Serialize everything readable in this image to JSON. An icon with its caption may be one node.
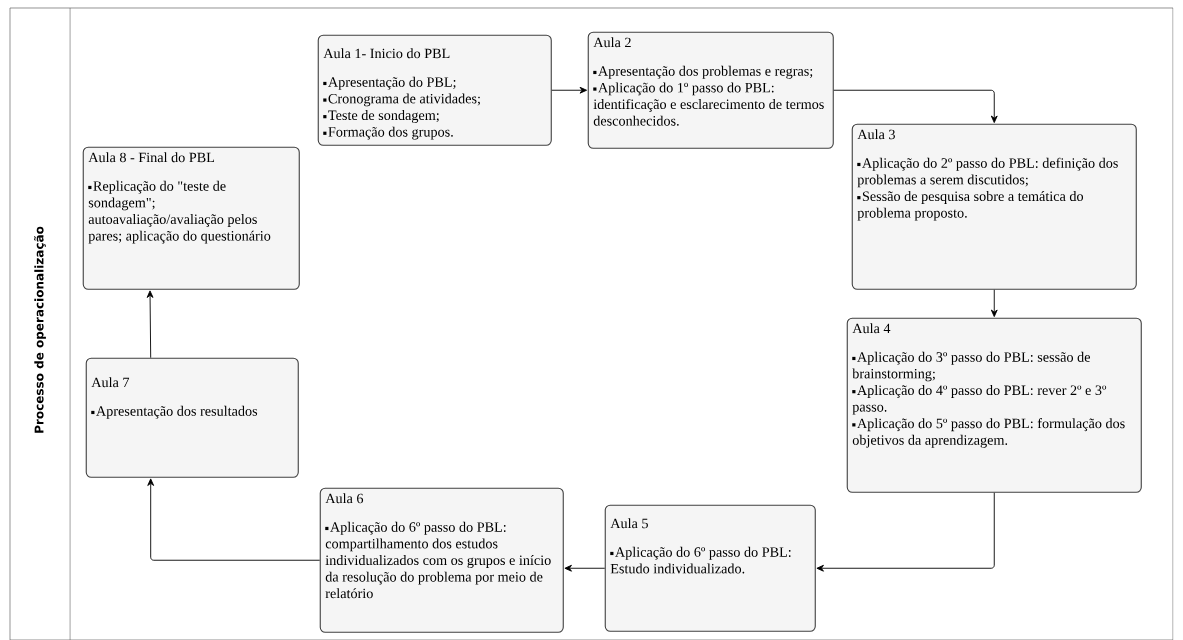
{
  "diagram": {
    "nodes": [
      {
        "text": [
          "Processo de operacionalização"
        ]
      },
      {
        "text": [
          "Aula 1- Inicio do PBL",
          "Apresentação do PBL;",
          "Cronograma de atividades;",
          "Teste de sondagem;",
          "Formação dos grupos."
        ],
        "in": 0
      },
      {
        "text": [
          "Aula 2",
          "Apresentação dos problemas e regras;",
          "Aplicação do 1º passo do PBL: identificação e esclarecimento de termos desconhecidos."
        ],
        "in": 0
      },
      {
        "text": [
          "Aula 3",
          "Aplicação do 2º passo do PBL: definição dos problemas a serem discutidos;",
          "Sessão de pesquisa sobre a temática do problema proposto."
        ],
        "in": 0
      },
      {
        "text": [
          "Aula 4",
          "Aplicação do 3º passo do PBL: sessão de brainstorming;",
          "Aplicação do 4º passo do PBL: rever 2º e 3º passo.",
          "Aplicação do 5º passo do PBL: formulação dos objetivos da aprendizagem."
        ],
        "in": 0
      },
      {
        "text": [
          "Aula 5",
          "Aplicação do 6º passo do PBL: Estudo individualizado."
        ],
        "in": 0
      },
      {
        "text": [
          "Aula 6",
          "Aplicação do 6º passo do PBL: compartilhamento dos estudos individualizados com os grupos e início da resolução do problema por meio de relatório"
        ],
        "in": 0
      },
      {
        "text": [
          "Aula 7",
          "Apresentação dos resultados"
        ],
        "in": 0
      },
      {
        "text": [
          "Aula 8 - Final do PBL",
          "Replicação do \"teste de sondagem\"; autoavaliação/avaliação pelos pares; aplicação do questionário"
        ],
        "in": 0
      }
    ],
    "edges": [
      {
        "from": 1,
        "to": 2,
        "arrow": "to"
      },
      {
        "from": 2,
        "to": 3,
        "arrow": "to"
      },
      {
        "from": 3,
        "to": 4,
        "arrow": "to"
      },
      {
        "from": 4,
        "to": 5,
        "arrow": "to"
      },
      {
        "from": 5,
        "to": 6,
        "arrow": "to"
      },
      {
        "from": 6,
        "to": 7,
        "arrow": "to"
      },
      {
        "from": 7,
        "to": 8,
        "arrow": "to"
      }
    ]
  }
}
